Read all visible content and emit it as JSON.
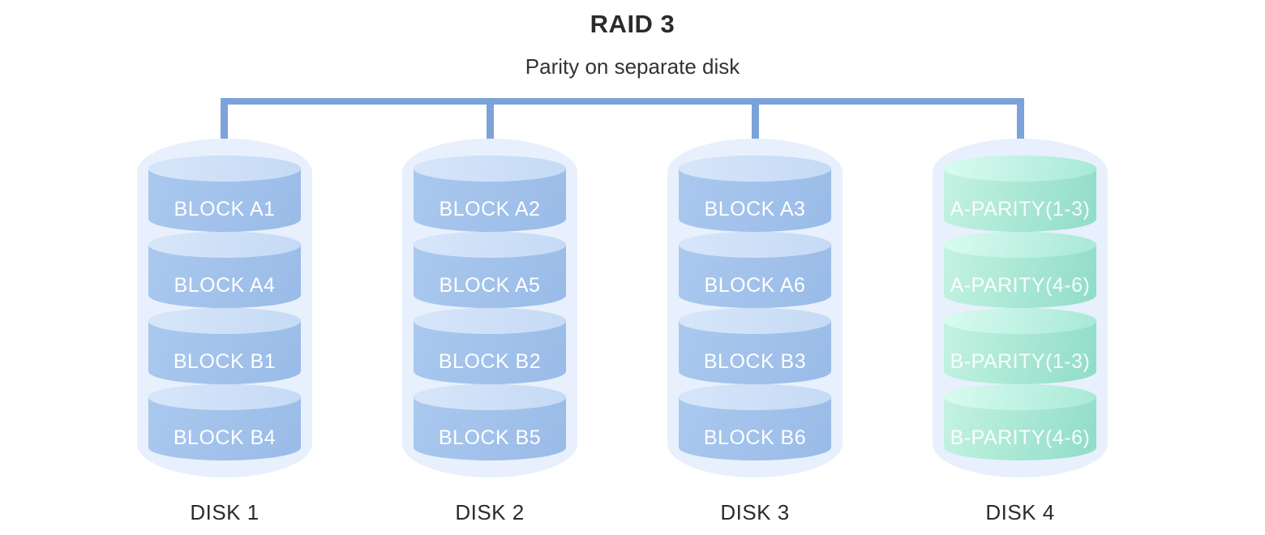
{
  "title": "RAID 3",
  "subtitle": "Parity on separate disk",
  "disks": [
    {
      "label": "DISK 1",
      "type": "data",
      "blocks": [
        "BLOCK A1",
        "BLOCK A4",
        "BLOCK B1",
        "BLOCK B4"
      ]
    },
    {
      "label": "DISK 2",
      "type": "data",
      "blocks": [
        "BLOCK A2",
        "BLOCK A5",
        "BLOCK B2",
        "BLOCK B5"
      ]
    },
    {
      "label": "DISK 3",
      "type": "data",
      "blocks": [
        "BLOCK A3",
        "BLOCK A6",
        "BLOCK B3",
        "BLOCK B6"
      ]
    },
    {
      "label": "DISK 4",
      "type": "parity",
      "blocks": [
        "A-PARITY(1-3)",
        "A-PARITY(4-6)",
        "B-PARITY(1-3)",
        "B-PARITY(4-6)"
      ]
    }
  ],
  "colors": {
    "title_text": "#2b2b2b",
    "subtitle_text": "#333333",
    "connector": "#7ba3d9",
    "capsule": "#e7f0fc",
    "data_block_body": "#abc9ef",
    "data_block_body_dark": "#99bbe7",
    "data_block_lid": "#d7e6fa",
    "data_block_lid_dark": "#c5daf5",
    "parity_block_body": "#c6f3e2",
    "parity_block_body_dark": "#8fdcc8",
    "parity_block_lid": "#d9fbf0",
    "parity_block_lid_dark": "#a8e9d6",
    "block_text": "#ffffff",
    "disk_label_text": "#2b2b2b"
  }
}
